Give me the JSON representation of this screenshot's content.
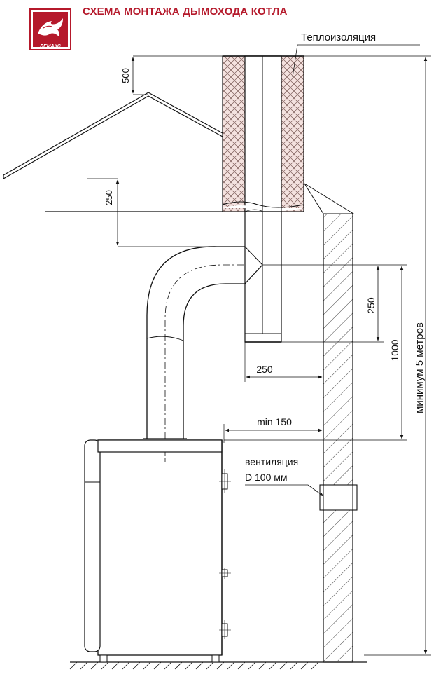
{
  "title": "СХЕМА МОНТАЖА ДЫМОХОДА КОТЛА",
  "logo": {
    "text": "ЛЕМАКС",
    "color": "#b5192b"
  },
  "labels": {
    "insulation": "Теплоизоляция",
    "dim_500": "500",
    "dim_250_roof": "250",
    "dim_250_right": "250",
    "dim_1000": "1000",
    "dim_250_bottom": "250",
    "dim_min150": "min 150",
    "min5m": "минимум 5 метров",
    "ventilation_1": "вентиляция",
    "ventilation_2": "D 100 мм"
  },
  "colors": {
    "accent": "#b5192b",
    "line": "#111111",
    "insulation_bg": "#f2dcd8"
  }
}
